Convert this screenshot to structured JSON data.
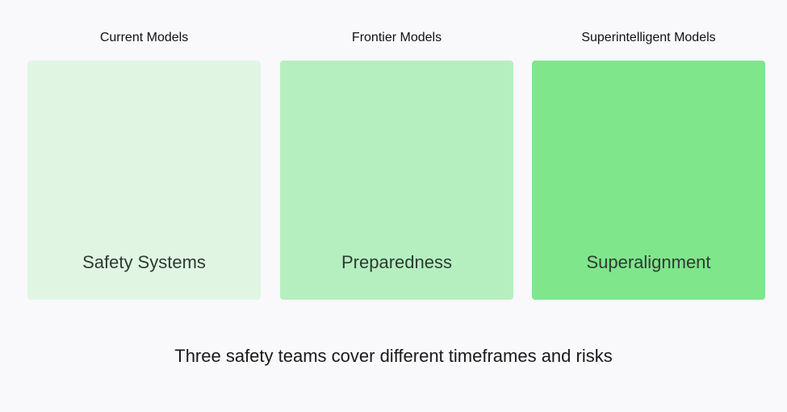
{
  "columns": [
    {
      "header": "Current Models",
      "team": "Safety Systems",
      "color": "#e0f6e3"
    },
    {
      "header": "Frontier Models",
      "team": "Preparedness",
      "color": "#b5efbf"
    },
    {
      "header": "Superintelligent Models",
      "team": "Superalignment",
      "color": "#7fe68b"
    }
  ],
  "caption": "Three safety teams cover different timeframes and risks"
}
